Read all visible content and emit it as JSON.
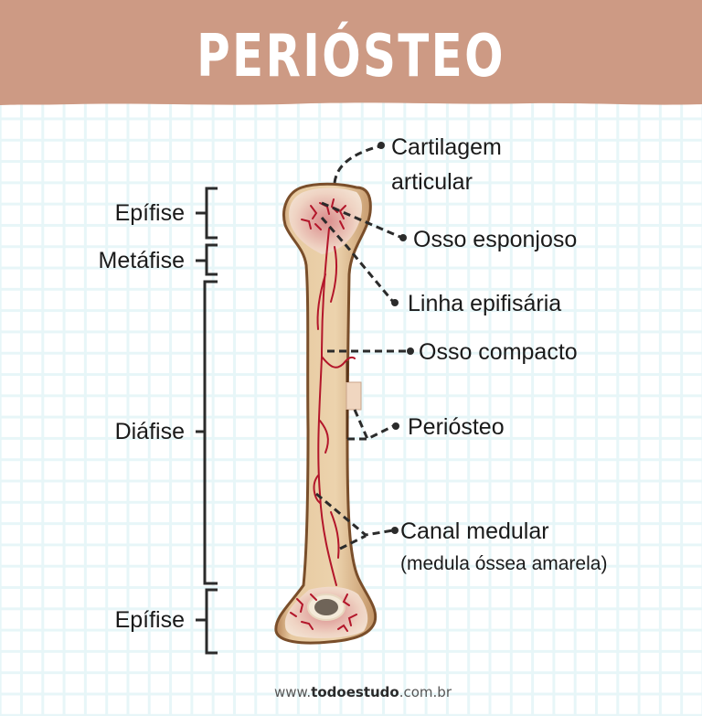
{
  "header": {
    "title": "PERIÓSTEO",
    "background_color": "#cd9a84",
    "text_color": "#ffffff"
  },
  "left_labels": [
    {
      "label": "Epífise",
      "region": "proximal"
    },
    {
      "label": "Metáfise",
      "region": "proximal"
    },
    {
      "label": "Diáfise",
      "region": "shaft"
    },
    {
      "label": "Epífise",
      "region": "distal"
    }
  ],
  "right_labels": {
    "cartilagem_line1": "Cartilagem",
    "cartilagem_line2": "articular",
    "osso_esponjoso": "Osso esponjoso",
    "linha_epifisaria": "Linha epifisária",
    "osso_compacto": "Osso compacto",
    "periosteo": "Periósteo",
    "canal_medular": "Canal medular",
    "canal_medular_sub": "(medula óssea amarela)"
  },
  "footer": {
    "prefix": "www.",
    "brand": "todoestudo",
    "suffix": ".com.br"
  },
  "colors": {
    "grid": "#e7f6f8",
    "bone": "#e8cfa8",
    "bone_edge": "#8a5a32",
    "vessels": "#b3162a",
    "leader_lines": "#2b2b2b"
  }
}
